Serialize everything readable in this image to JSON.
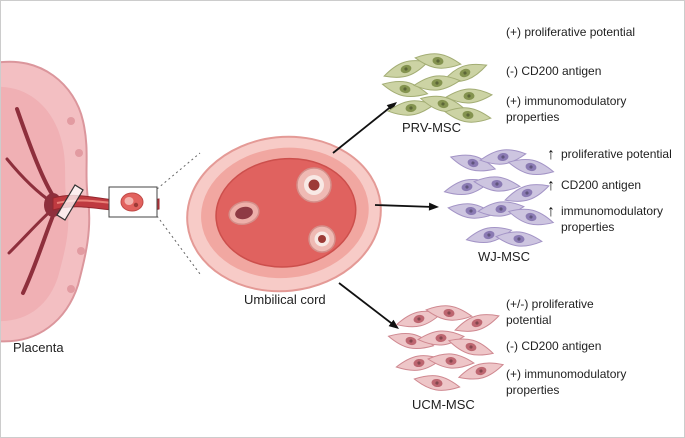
{
  "labels": {
    "placenta": "Placenta",
    "umbilical_cord": "Umbilical cord",
    "prv_msc": "PRV-MSC",
    "wj_msc": "WJ-MSC",
    "ucm_msc": "UCM-MSC"
  },
  "annotations": {
    "prv": [
      "(+) proliferative potential",
      "(-) CD200 antigen",
      "(+) immunomodulatory properties"
    ],
    "wj": [
      {
        "icon": "↑",
        "text": "proliferative potential"
      },
      {
        "icon": "↑",
        "text": "CD200 antigen"
      },
      {
        "icon": "↑",
        "text": "immunomodulatory properties"
      }
    ],
    "ucm": [
      "(+/-) proliferative potential",
      "(-) CD200 antigen",
      "(+) immunomodulatory properties"
    ]
  },
  "colors": {
    "prv_cell": "#ccd3a4",
    "prv_cell_stroke": "#a3ad74",
    "prv_nucleus": "#84934f",
    "wj_cell": "#cdc5e0",
    "wj_cell_stroke": "#a394c6",
    "wj_nucleus": "#8a7ab3",
    "ucm_cell": "#eec6c8",
    "ucm_cell_stroke": "#cf8890",
    "ucm_nucleus": "#bd6670",
    "cord_outer": "#f7cbc7",
    "cord_mid": "#f1a7a1",
    "cord_inner": "#e0625f",
    "placenta_body": "#f3bfc2",
    "vessel_dark": "#8e2f3c",
    "arrow": "#111111"
  }
}
